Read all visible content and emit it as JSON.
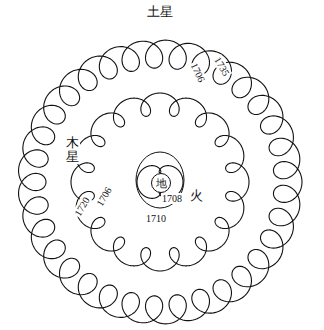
{
  "diagram": {
    "nodes": [
      {
        "text": [
          "地"
        ]
      }
    ],
    "labels": [
      "土星",
      "1706",
      "1735",
      "木星",
      "1720",
      "1706",
      "1708",
      "1710",
      "火"
    ]
  }
}
